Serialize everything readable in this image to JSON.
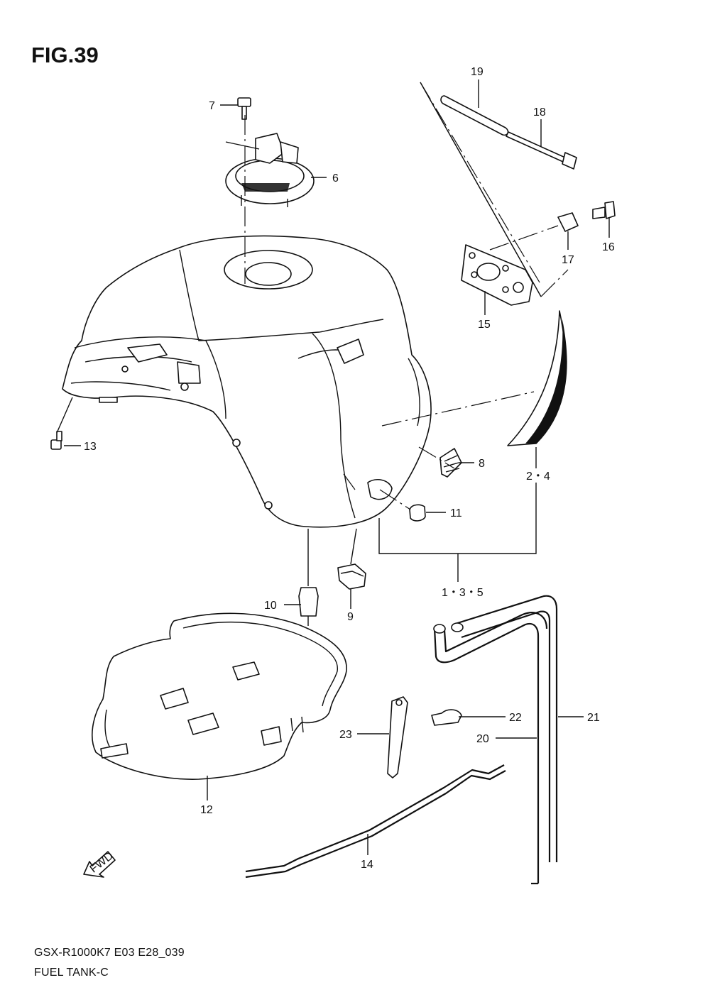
{
  "figure": {
    "title": "FIG.39",
    "model_code": "GSX-R1000K7 E03 E28_039",
    "caption": "FUEL TANK-C",
    "fwd_label": "FWD"
  },
  "callouts": [
    {
      "id": "7",
      "label": "7"
    },
    {
      "id": "6",
      "label": "6"
    },
    {
      "id": "19",
      "label": "19"
    },
    {
      "id": "18",
      "label": "18"
    },
    {
      "id": "16",
      "label": "16"
    },
    {
      "id": "17",
      "label": "17"
    },
    {
      "id": "15",
      "label": "15"
    },
    {
      "id": "13",
      "label": "13"
    },
    {
      "id": "8",
      "label": "8"
    },
    {
      "id": "2-4",
      "label": "2・4"
    },
    {
      "id": "11",
      "label": "11"
    },
    {
      "id": "1-3-5",
      "label": "1・3・5"
    },
    {
      "id": "10",
      "label": "10"
    },
    {
      "id": "9",
      "label": "9"
    },
    {
      "id": "22",
      "label": "22"
    },
    {
      "id": "21",
      "label": "21"
    },
    {
      "id": "23",
      "label": "23"
    },
    {
      "id": "20",
      "label": "20"
    },
    {
      "id": "12",
      "label": "12"
    },
    {
      "id": "14",
      "label": "14"
    }
  ]
}
